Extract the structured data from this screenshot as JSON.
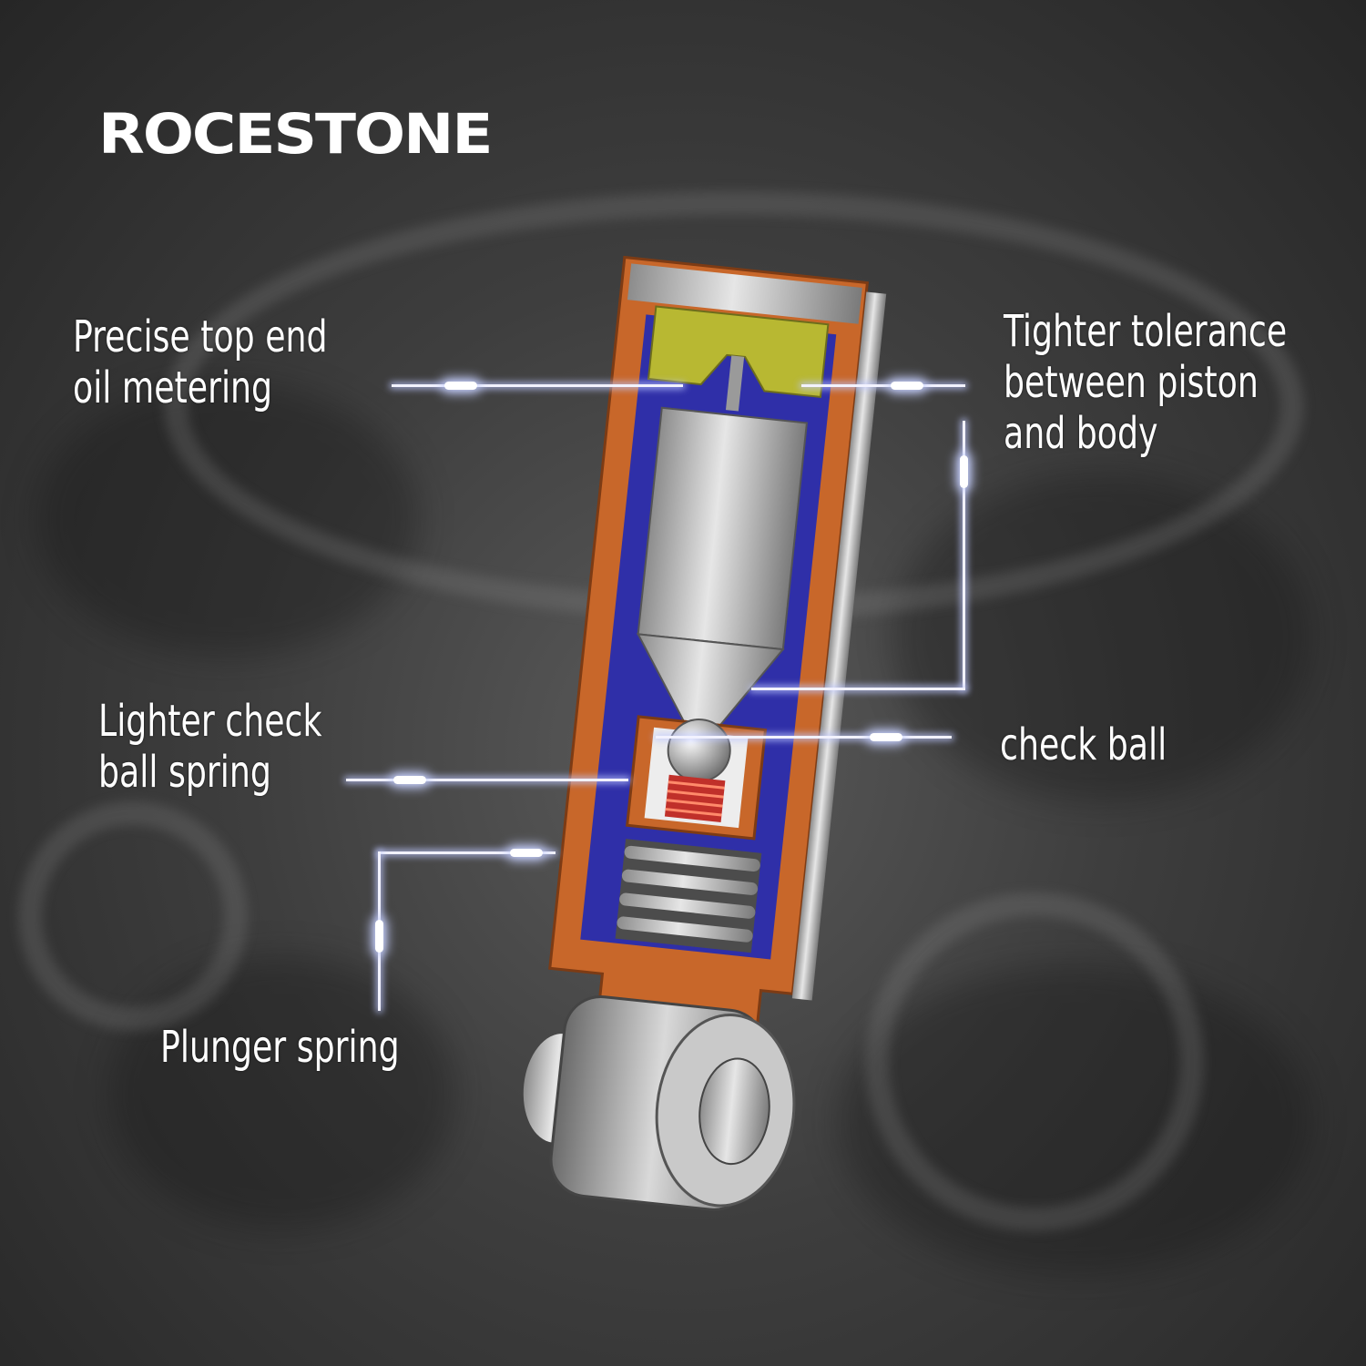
{
  "brand": "ROCESTONE",
  "callouts": {
    "top_metering": "Precise top end\noil metering",
    "tolerance": "Tighter tolerance\nbetween piston\nand body",
    "check_spring": "Lighter check\nball spring",
    "check_ball": "check ball",
    "plunger_spring": "Plunger spring"
  },
  "colors": {
    "body": "#c8672a",
    "inner_sleeve": "#2f2fa8",
    "seat": "#b8b832",
    "spring": "#c0302a",
    "metal": "#b8b8b8",
    "leader": "#f2f2ff"
  }
}
